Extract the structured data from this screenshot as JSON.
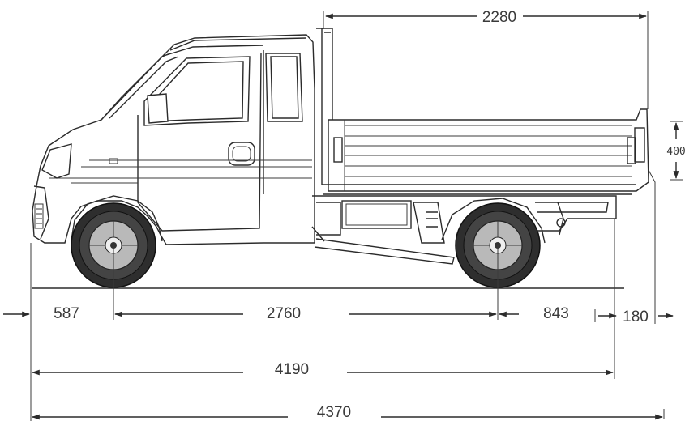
{
  "dimensions": {
    "cargo_bed_length": "2280",
    "side_wall_height": "400",
    "front_overhang": "587",
    "wheelbase": "2760",
    "rear_overhang": "843",
    "rear_extension": "180",
    "body_length": "4190",
    "overall_length": "4370"
  },
  "colors": {
    "line": "#2b2b2b",
    "text": "#3a3a3a",
    "tyre": "#2e2e2e",
    "rim": "#b9b9b9"
  }
}
